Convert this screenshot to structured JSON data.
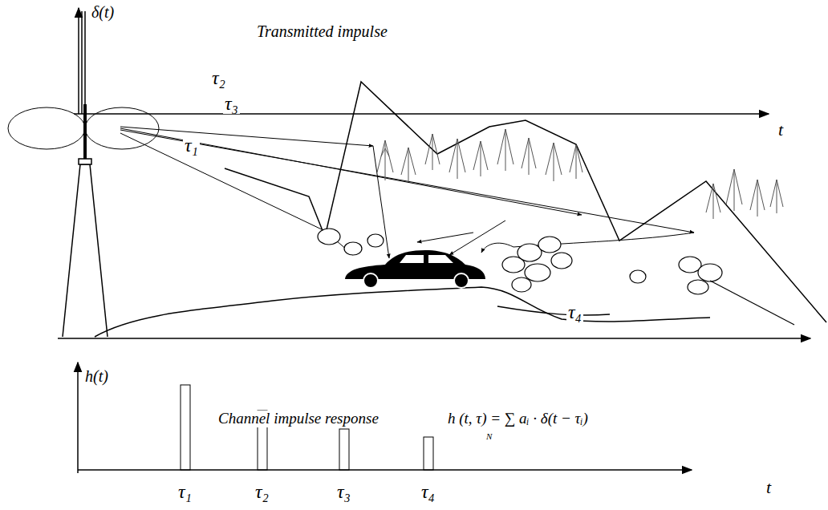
{
  "diagram": {
    "labels": [
      "δ(t)",
      "Transmitted impulse",
      "t",
      "τ₂",
      "τ₃",
      "τ₁",
      "τ₄",
      "h(t)",
      "Channel impulse response",
      "h (t, τ) = ∑ aᵢ · δ(t − τᵢ)",
      "N",
      "τ₁",
      "τ₂",
      "τ₃",
      "τ₄",
      "t"
    ]
  }
}
